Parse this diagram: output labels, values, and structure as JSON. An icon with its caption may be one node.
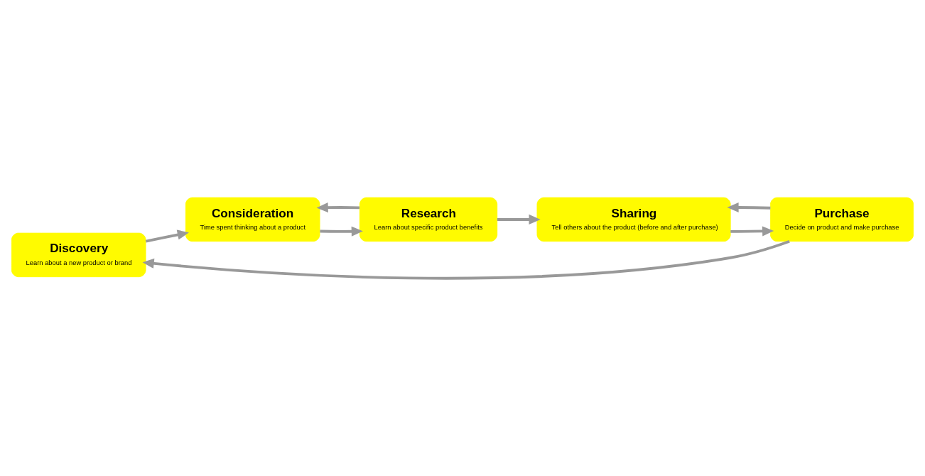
{
  "diagram": {
    "nodes": [
      {
        "text": [
          "Discovery",
          "Learn about a new product or brand"
        ]
      },
      {
        "text": [
          "Consideration",
          "Time spent thinking about a product"
        ]
      },
      {
        "text": [
          "Research",
          "Learn about specific product benefits"
        ]
      },
      {
        "text": [
          "Purchase",
          "Decide on product and make purchase"
        ]
      },
      {
        "text": [
          "Sharing",
          "Tell others about the product (before and after purchase)"
        ]
      }
    ],
    "edges": [
      {
        "from": 0,
        "to": 1,
        "arrow": "to"
      },
      {
        "from": 1,
        "to": 2,
        "arrow": "to"
      },
      {
        "from": 2,
        "to": 1,
        "arrow": "to"
      },
      {
        "from": 2,
        "to": 4,
        "arrow": "to"
      },
      {
        "from": 3,
        "to": 4,
        "arrow": "to"
      },
      {
        "from": 4,
        "to": 3,
        "arrow": "to"
      },
      {
        "from": 3,
        "to": 0,
        "arrow": "to"
      }
    ]
  }
}
